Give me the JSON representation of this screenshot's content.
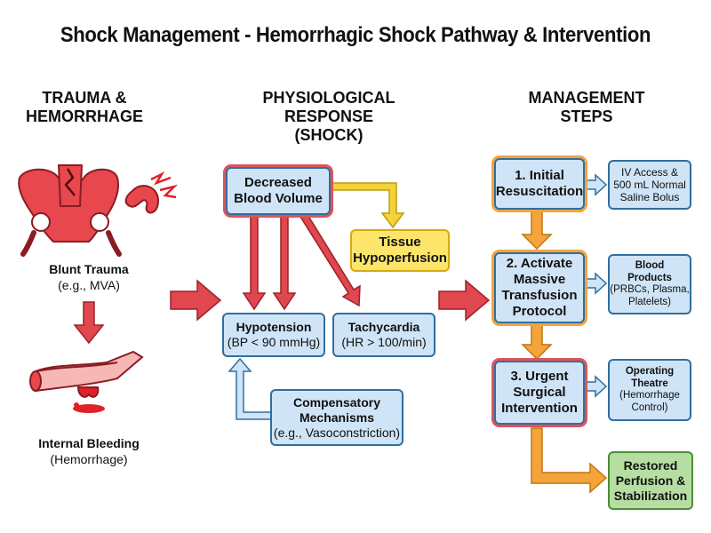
{
  "title": "Shock Management - Hemorrhagic Shock Pathway & Intervention",
  "columns": {
    "left": [
      "TRAUMA &",
      "HEMORRHAGE"
    ],
    "middle": [
      "PHYSIOLOGICAL RESPONSE",
      "(SHOCK)"
    ],
    "right": [
      "MANAGEMENT",
      "STEPS"
    ]
  },
  "trauma": {
    "blunt": {
      "title": "Blunt Trauma",
      "sub": "(e.g., MVA)"
    },
    "bleeding": {
      "title": "Internal Bleeding",
      "sub": "(Hemorrhage)"
    }
  },
  "physiology": {
    "blood_volume": [
      "Decreased",
      "Blood Volume"
    ],
    "hypoperfusion": [
      "Tissue",
      "Hypoperfusion"
    ],
    "hypotension": {
      "title": "Hypotension",
      "sub": "(BP < 90 mmHg)"
    },
    "tachycardia": {
      "title": "Tachycardia",
      "sub": "(HR > 100/min)"
    },
    "compensatory": {
      "title": [
        "Compensatory",
        "Mechanisms"
      ],
      "sub": "(e.g., Vasoconstriction)"
    }
  },
  "management": {
    "step1": [
      "1. Initial",
      "Resuscitation"
    ],
    "step1_detail": [
      "IV Access &",
      "500 mL Normal",
      "Saline Bolus"
    ],
    "step2": [
      "2. Activate",
      "Massive",
      "Transfusion",
      "Protocol"
    ],
    "step2_detail": {
      "title": [
        "Blood",
        "Products"
      ],
      "sub": [
        "(PRBCs, Plasma,",
        "Platelets)"
      ]
    },
    "step3": [
      "3. Urgent",
      "Surgical",
      "Intervention"
    ],
    "step3_detail": {
      "title": [
        "Operating",
        "Theatre"
      ],
      "sub": [
        "(Hemorrhage",
        "Control)"
      ]
    },
    "outcome": [
      "Restored",
      "Perfusion &",
      "Stabilization"
    ]
  },
  "colors": {
    "red_arrow": "#e0474f",
    "blue_box": "#cfe4f6",
    "yellow_box": "#fbe56b",
    "green_box": "#b6dea2",
    "orange_arrow": "#f4a43a"
  }
}
